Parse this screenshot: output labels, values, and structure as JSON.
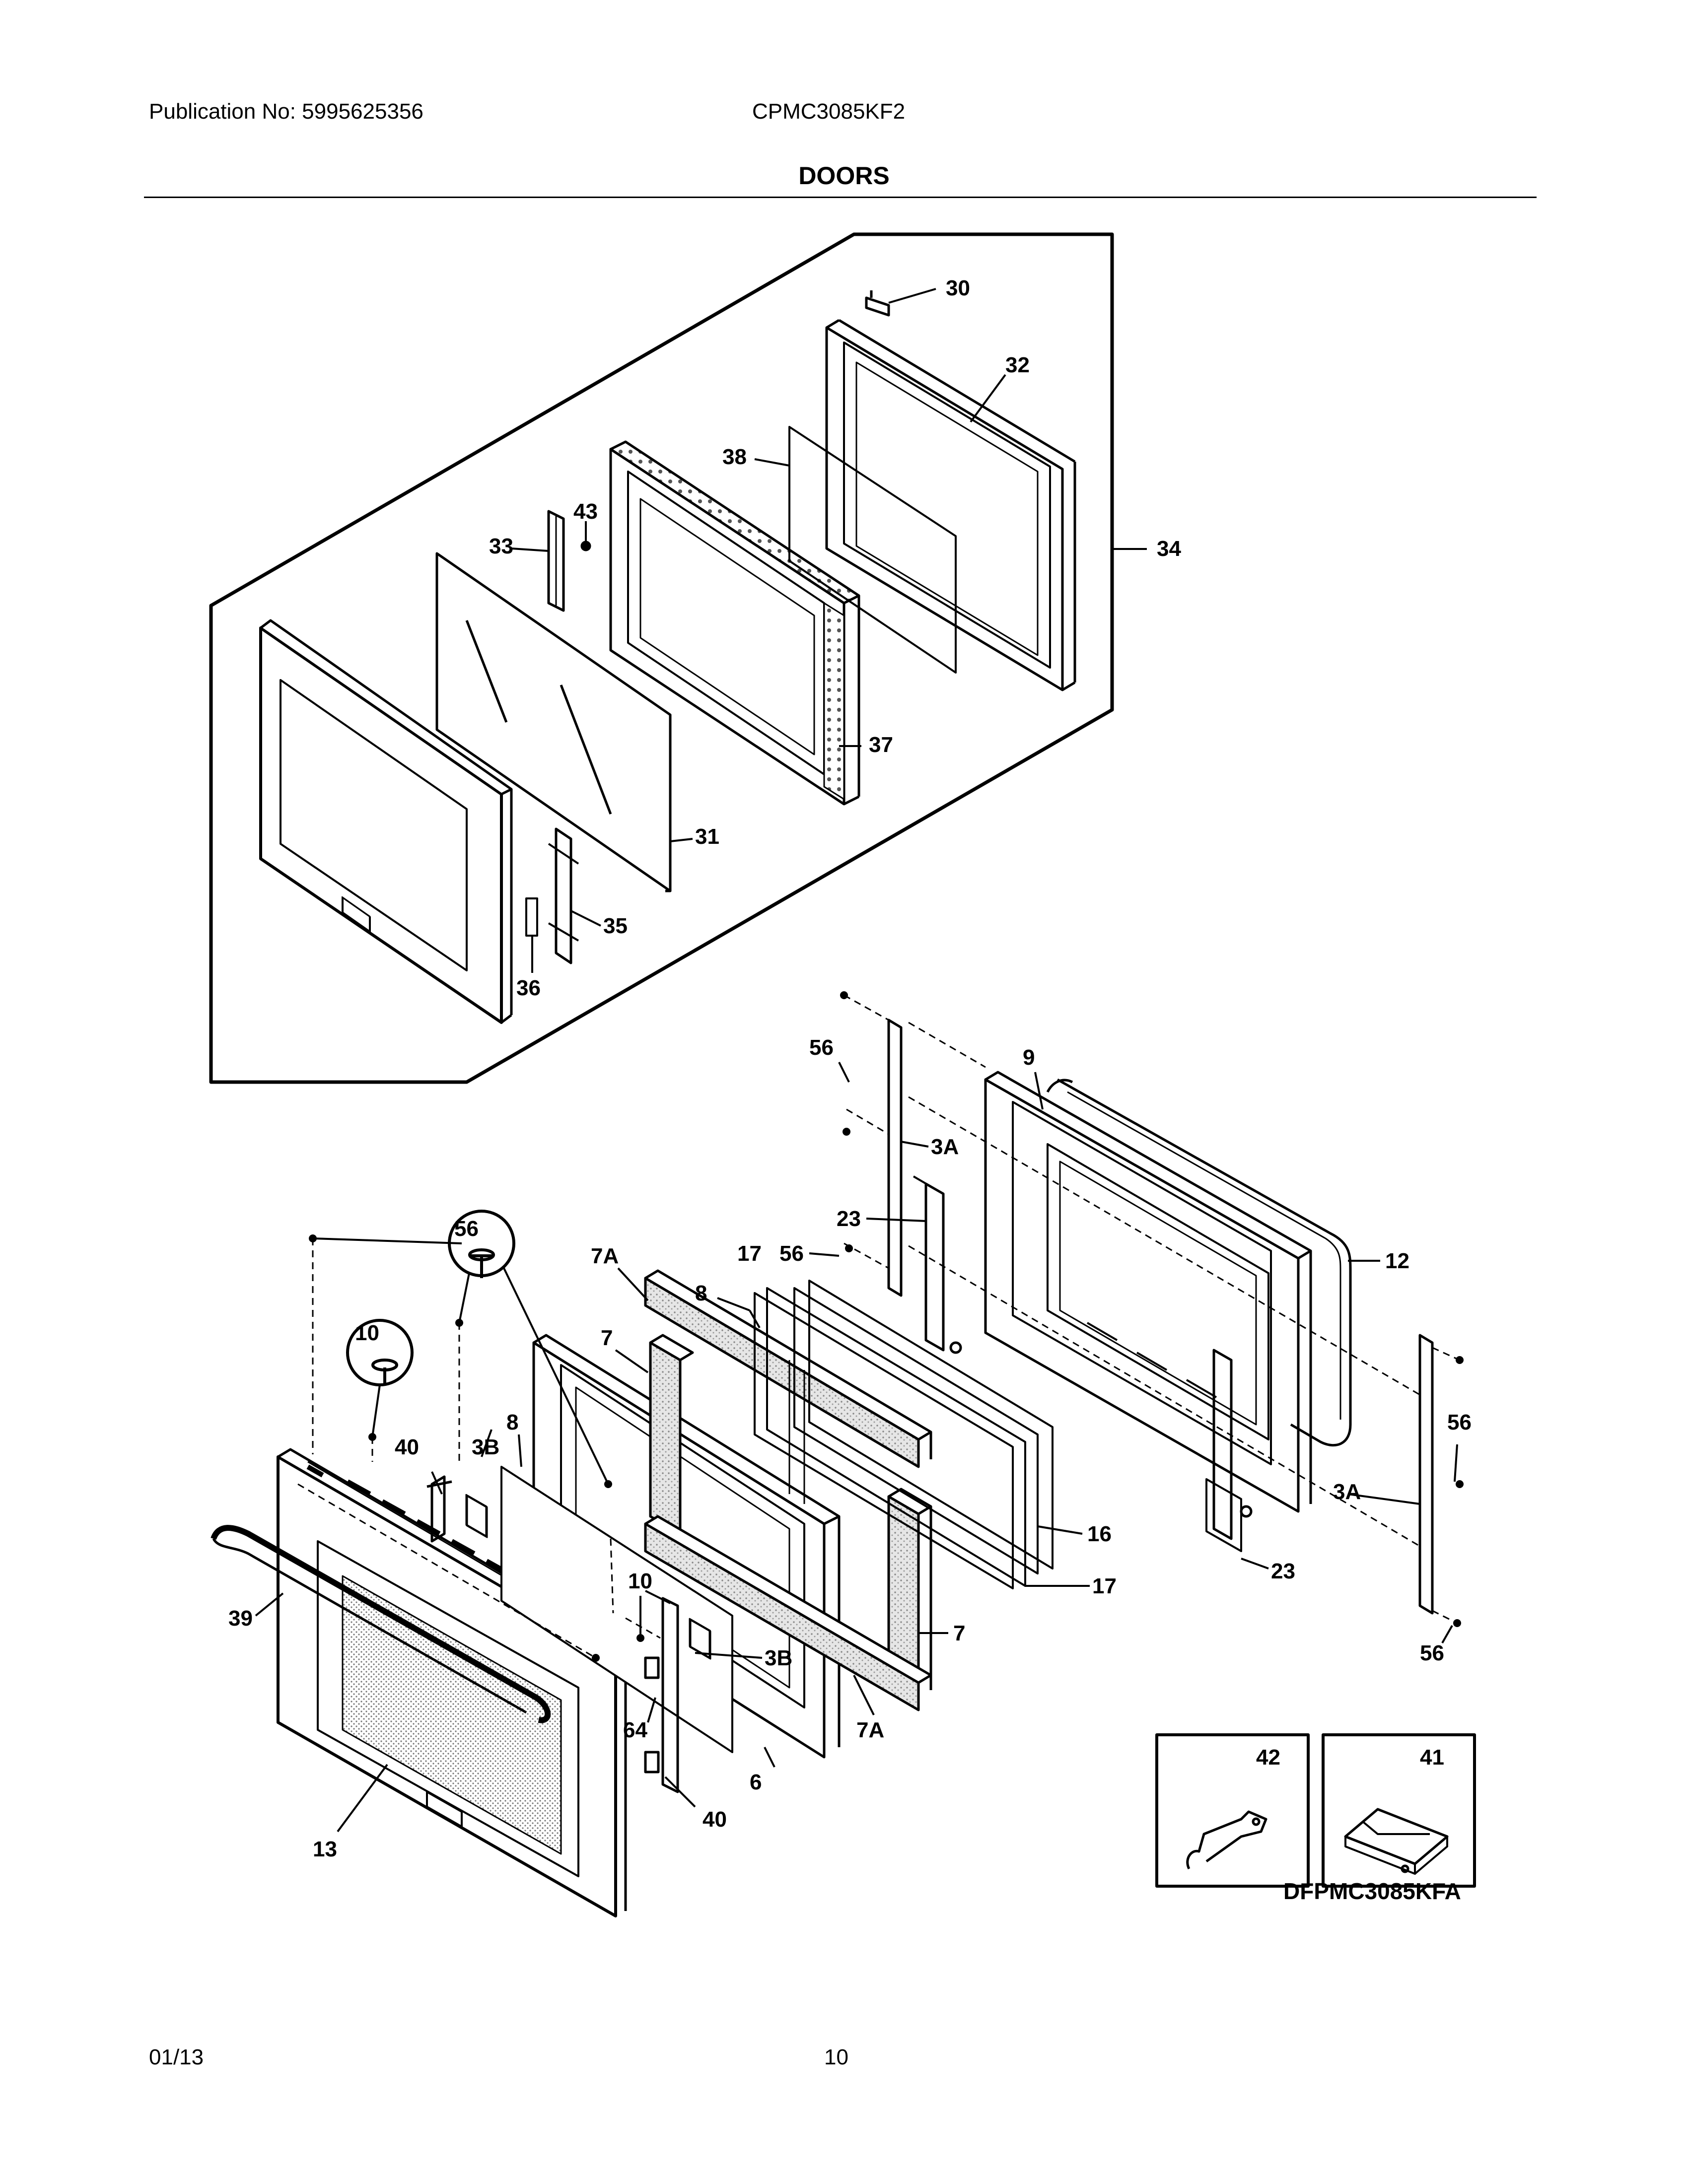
{
  "header": {
    "publication": "Publication No: 5995625356",
    "model": "CPMC3085KF2",
    "title": "DOORS"
  },
  "footer": {
    "date": "01/13",
    "page": "10",
    "drawing_number": "DFPMC3085KFA"
  },
  "callouts": {
    "c30": "30",
    "c32": "32",
    "c38": "38",
    "c43": "43",
    "c33": "33",
    "c34": "34",
    "c37": "37",
    "c31": "31",
    "c35": "35",
    "c36": "36",
    "c56a": "56",
    "c9": "9",
    "c3Aa": "3A",
    "c23a": "23",
    "c56b": "56",
    "c12": "12",
    "c17a": "17",
    "c7Aa": "7A",
    "c8a": "8",
    "c56c": "56",
    "c10a": "10",
    "c7a": "7",
    "c56d": "56",
    "c3Ab": "3A",
    "c40a": "40",
    "c3Ba": "3B",
    "c8b": "8",
    "c16": "16",
    "c23b": "23",
    "c17b": "17",
    "c39": "39",
    "c10b": "10",
    "c7b": "7",
    "c3Bb": "3B",
    "c56e": "56",
    "c64": "64",
    "c7Ab": "7A",
    "c6": "6",
    "c40b": "40",
    "c13": "13",
    "c42": "42",
    "c41": "41"
  }
}
